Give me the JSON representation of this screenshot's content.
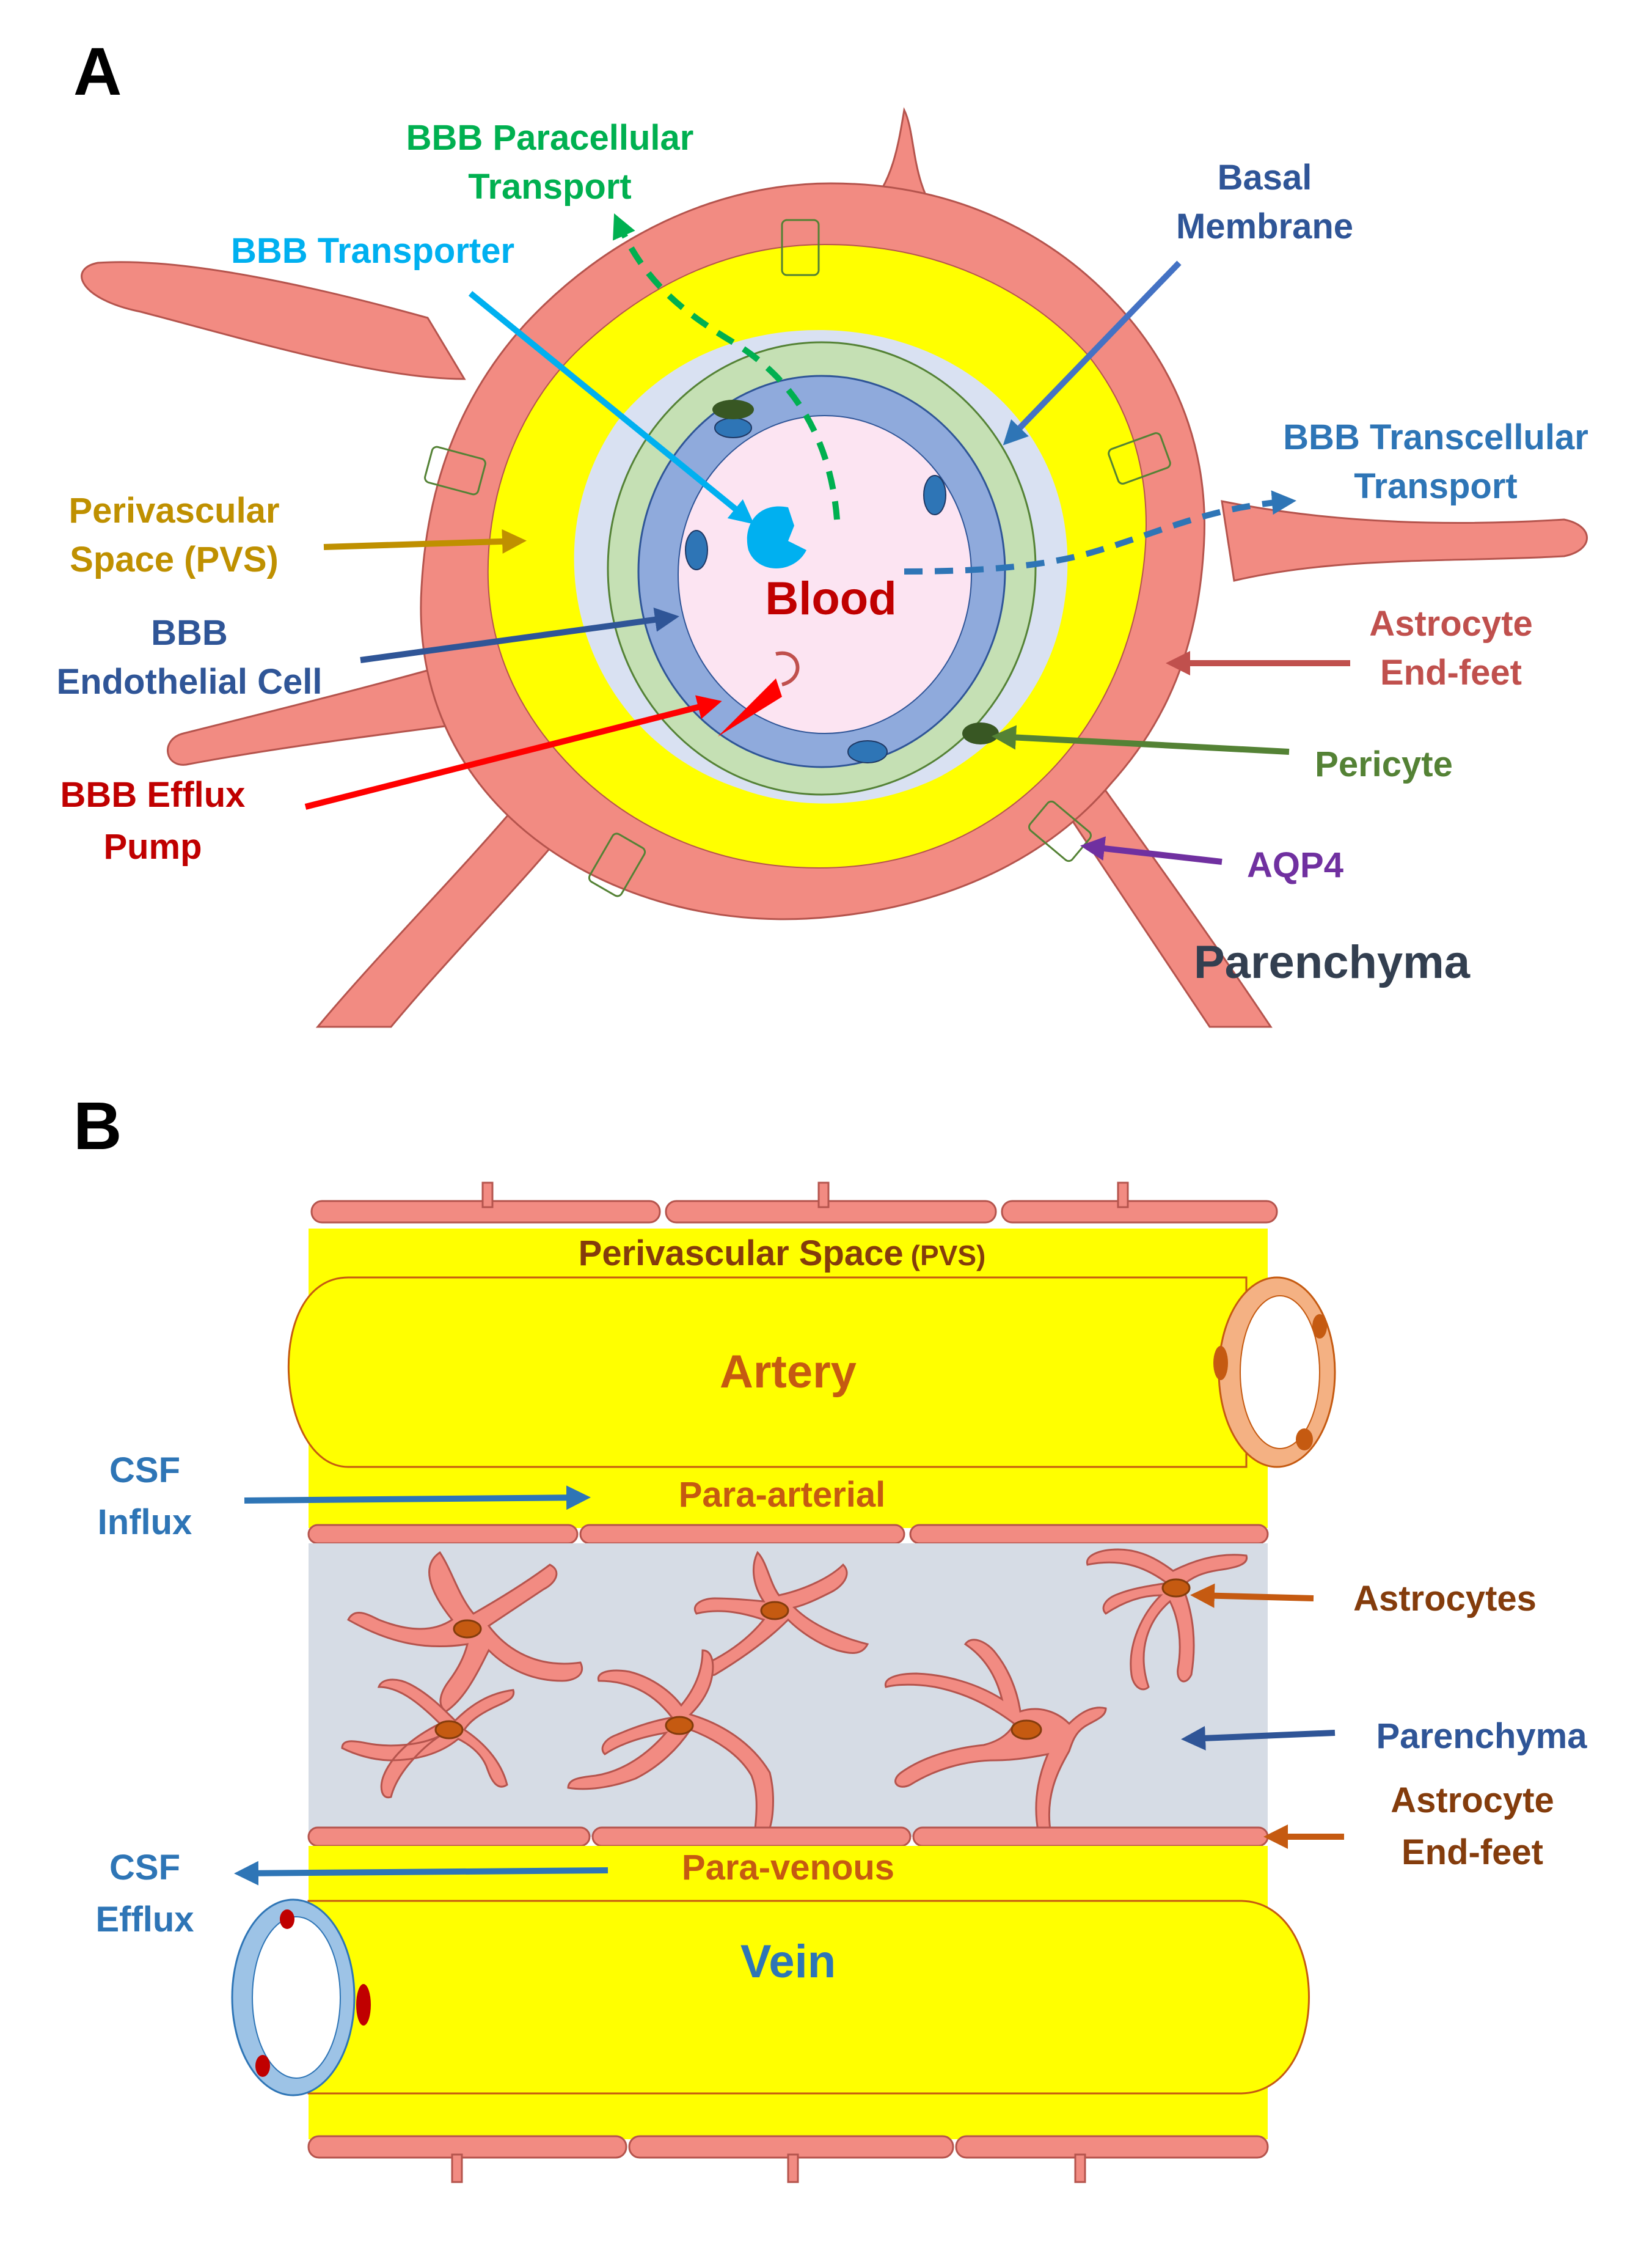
{
  "panel_a": {
    "letter": "A",
    "labels": {
      "paracellular_1": "BBB Paracellular",
      "paracellular_2": "Transport",
      "transporter": "BBB Transporter",
      "basal_1": "Basal",
      "basal_2": "Membrane",
      "transcellular_1": "BBB Transcellular",
      "transcellular_2": "Transport",
      "pvs_1": "Perivascular",
      "pvs_2": "Space (PVS)",
      "endothelial_1": "BBB",
      "endothelial_2": "Endothelial Cell",
      "blood": "Blood",
      "astro_endfeet_1": "Astrocyte",
      "astro_endfeet_2": "End-feet",
      "pericyte": "Pericyte",
      "efflux_1": "BBB Efflux",
      "efflux_2": "Pump",
      "aqp4": "AQP4",
      "parenchyma": "Parenchyma"
    }
  },
  "panel_b": {
    "letter": "B",
    "labels": {
      "pvs": "Perivascular Space",
      "pvs_abbr": "(PVS)",
      "artery": "Artery",
      "para_arterial": "Para-arterial",
      "csf_influx_1": "CSF",
      "csf_influx_2": "Influx",
      "astrocytes": "Astrocytes",
      "parenchyma": "Parenchyma",
      "astro_endfeet_1": "Astrocyte",
      "astro_endfeet_2": "End-feet",
      "csf_efflux_1": "CSF",
      "csf_efflux_2": "Efflux",
      "para_venous": "Para-venous",
      "vein": "Vein"
    }
  },
  "colors": {
    "astrocyte": "#f28b82",
    "astrocyte_stroke": "#b5544d",
    "pvs_yellow": "#ffff00",
    "basal": "#d9e1f2",
    "endothelial": "#8faadc",
    "nucleus_blue": "#2e75b6",
    "pericyte": "#c5e0b4",
    "pericyte_dark": "#385723",
    "blood": "#fce4f2",
    "label_green": "#00b050",
    "label_cyan": "#00b0f0",
    "label_darkblue": "#2f5597",
    "label_blue": "#2e75b6",
    "label_gold": "#bf9000",
    "label_rose": "#c0504d",
    "label_red": "#ff0000",
    "label_darkred": "#c00000",
    "label_olive": "#548235",
    "label_purple": "#7030a0",
    "label_slate": "#333f50",
    "label_brown": "#843c0c",
    "label_orange": "#c55a11",
    "parenchyma_gray": "#d6dce5"
  }
}
